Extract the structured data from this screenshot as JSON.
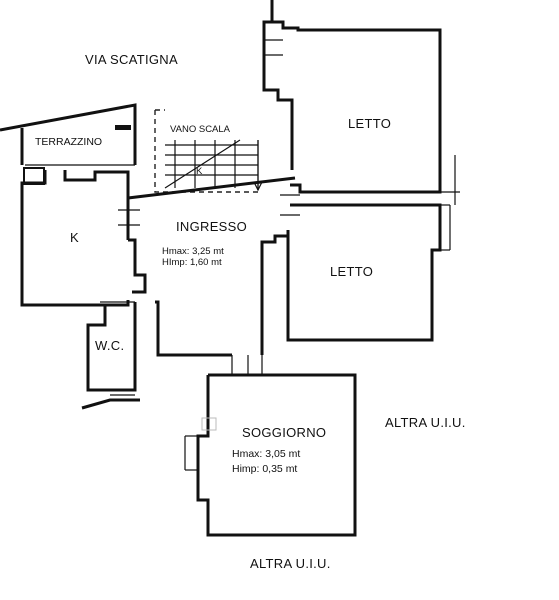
{
  "plan": {
    "street": "VIA SCATIGNA",
    "rooms": {
      "terrazzino": "TERRAZZINO",
      "vano_scala": "VANO SCALA",
      "letto_top": "LETTO",
      "letto_mid": "LETTO",
      "kitchen": "K",
      "ingresso": "INGRESSO",
      "ingresso_hmax": "Hmax: 3,25 mt",
      "ingresso_himp": "HImp: 1,60 mt",
      "wc": "W.C.",
      "soggiorno": "SOGGIORNO",
      "soggiorno_hmax": "Hmax: 3,05 mt",
      "soggiorno_himp": "Himp: 0,35 mt",
      "stair_mark": "K"
    },
    "neighbors": {
      "right": "ALTRA U.I.U.",
      "bottom": "ALTRA U.I.U."
    }
  }
}
